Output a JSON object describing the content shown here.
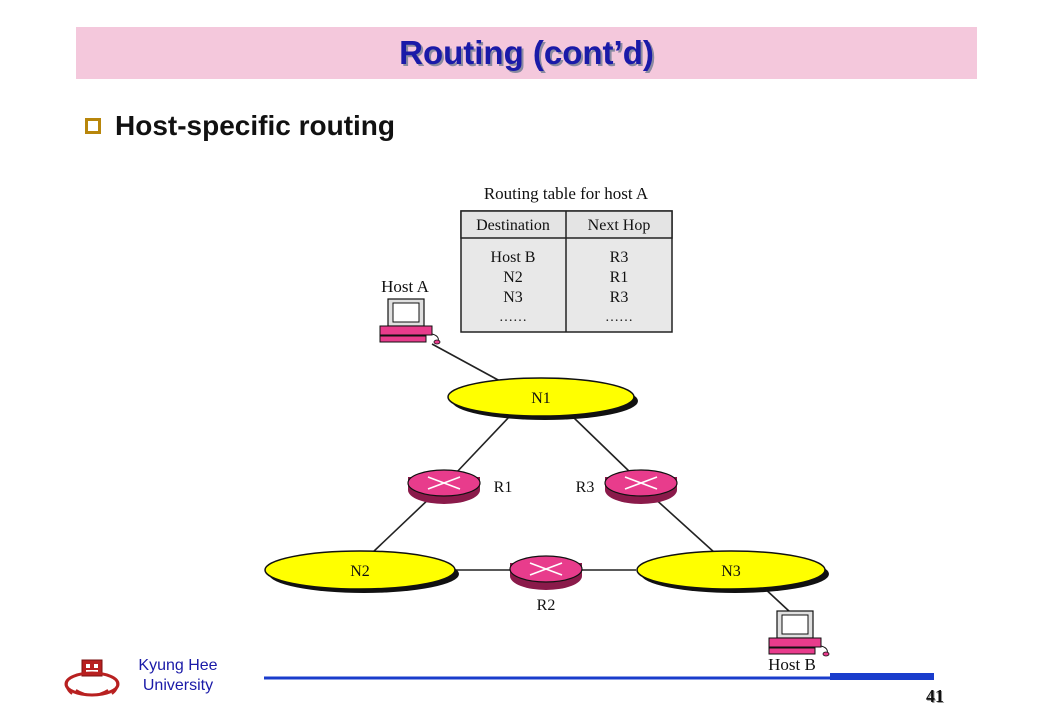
{
  "slide": {
    "title": "Routing (cont’d)",
    "bullet": "Host-specific routing",
    "page_number": "41"
  },
  "footer": {
    "university_line1": "Kyung Hee",
    "university_line2": "University"
  },
  "routing_table": {
    "caption": "Routing table for host A",
    "headers": [
      "Destination",
      "Next Hop"
    ],
    "rows": [
      [
        "Host B",
        "R3"
      ],
      [
        "N2",
        "R1"
      ],
      [
        "N3",
        "R3"
      ],
      [
        "……",
        "……"
      ]
    ]
  },
  "network": {
    "hosts": [
      "Host A",
      "Host B"
    ],
    "networks": [
      "N1",
      "N2",
      "N3"
    ],
    "routers": [
      "R1",
      "R2",
      "R3"
    ]
  },
  "colors": {
    "title_bg": "#f4c8dc",
    "title_text": "#1a1aa8",
    "network_fill": "#ffff00",
    "router_fill": "#e83c8c",
    "footer_line": "#1a3ccc"
  }
}
